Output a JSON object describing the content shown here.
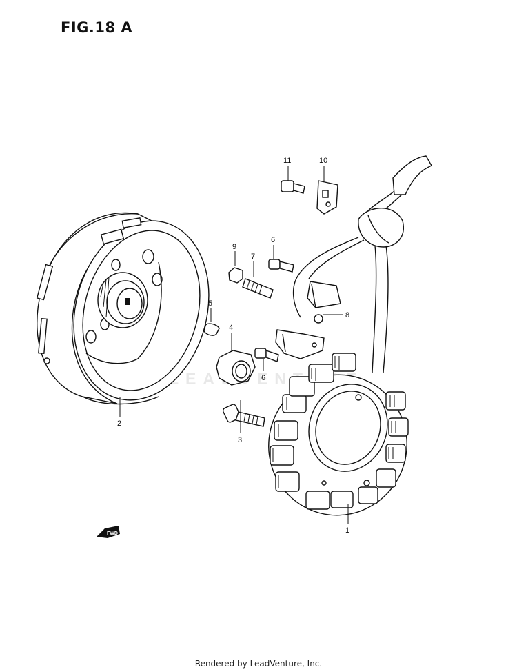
{
  "figure": {
    "title": "FIG.18 A",
    "watermark": "LEADVENTURE",
    "footer": "Rendered by LeadVenture, Inc.",
    "direction_marker": "FWD"
  },
  "callouts": [
    {
      "id": "1",
      "part": "stator-coil"
    },
    {
      "id": "2",
      "part": "rotor-flywheel"
    },
    {
      "id": "3",
      "part": "bolt-rotor"
    },
    {
      "id": "4",
      "part": "rotor-nut"
    },
    {
      "id": "5",
      "part": "woodruff-key"
    },
    {
      "id": "6a",
      "label": "6",
      "part": "screw-upper"
    },
    {
      "id": "6b",
      "label": "6",
      "part": "screw-lower"
    },
    {
      "id": "7",
      "part": "stud-bolt"
    },
    {
      "id": "8",
      "part": "pickup-clamp"
    },
    {
      "id": "9",
      "part": "nut"
    },
    {
      "id": "10",
      "part": "wire-clamp"
    },
    {
      "id": "11",
      "part": "clamp-bolt"
    }
  ]
}
